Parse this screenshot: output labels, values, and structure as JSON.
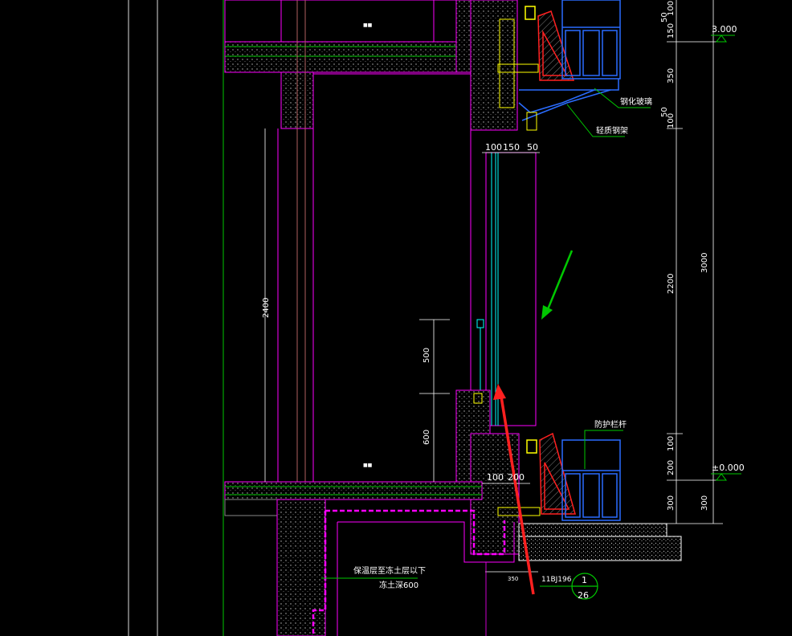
{
  "drawing": {
    "elevations": {
      "top": "3.000",
      "ground": "±0.000"
    },
    "callouts": {
      "tempered_glass": "钢化玻璃",
      "light_steel_frame": "轻质钢架",
      "guard_rail": "防护栏杆",
      "insulation_note_line1": "保温层至冻土层以下",
      "insulation_note_line2": "冻土深600"
    },
    "room_tags": {
      "upper": "■■",
      "lower": "■■"
    },
    "dimensions": {
      "right_col_top_segments": [
        "50",
        "100",
        "150",
        "350",
        "50",
        "100"
      ],
      "right_col_total": "3000",
      "right_col_2200": "2200",
      "right_col_bottom_segments": [
        "100",
        "200",
        "300"
      ],
      "right_col_300": "300",
      "top_horizontal": [
        "100",
        "150",
        "50"
      ],
      "bottom_horizontal": [
        "100",
        "200"
      ],
      "left_vertical": "2400",
      "sill_upper": "500",
      "sill_lower": "600",
      "footing_width": "350"
    },
    "detail_reference": {
      "standard": "11BJ196",
      "number": "1",
      "sheet": "26"
    }
  },
  "colors": {
    "background": "#000000",
    "green": "#00c800",
    "magenta": "#ff00ff",
    "white": "#ffffff",
    "yellow": "#ffff00",
    "cyan": "#00ffff",
    "blue": "#2a6cff",
    "red": "#ff2020",
    "brown": "#b06060",
    "gray": "#9a9a9a"
  },
  "annotations": {
    "green_arrow": "pointing at glazing",
    "red_arrow": "pointing at window sill"
  }
}
